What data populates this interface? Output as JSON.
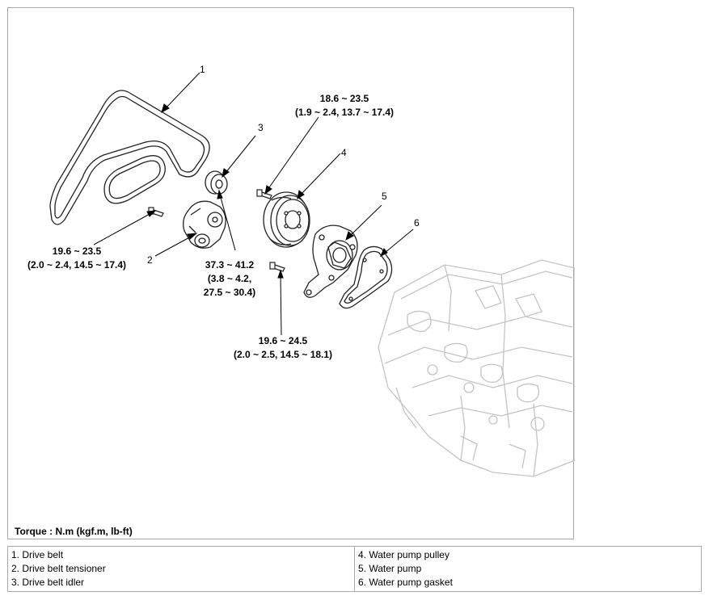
{
  "callouts": [
    {
      "number": "1"
    },
    {
      "number": "2"
    },
    {
      "number": "3"
    },
    {
      "number": "4"
    },
    {
      "number": "5"
    },
    {
      "number": "6"
    }
  ],
  "torque_specs": [
    {
      "line1": "19.6 ~ 23.5",
      "line2": "(2.0 ~ 2.4, 14.5 ~ 17.4)"
    },
    {
      "line1": "37.3 ~ 41.2",
      "line2": "(3.8 ~ 4.2,",
      "line3": "27.5 ~ 30.4)"
    },
    {
      "line1": "18.6 ~ 23.5",
      "line2": "(1.9 ~ 2.4, 13.7 ~ 17.4)"
    },
    {
      "line1": "19.6 ~ 24.5",
      "line2": "(2.0 ~ 2.5, 14.5 ~ 18.1)"
    }
  ],
  "torque_note": "Torque : N.m (kgf.m, lb-ft)",
  "legend": {
    "left": [
      "1. Drive belt",
      "2. Drive belt tensioner",
      "3. Drive belt idler"
    ],
    "right": [
      "4. Water pump pulley",
      "5. Water pump",
      "6. Water pump gasket"
    ]
  }
}
